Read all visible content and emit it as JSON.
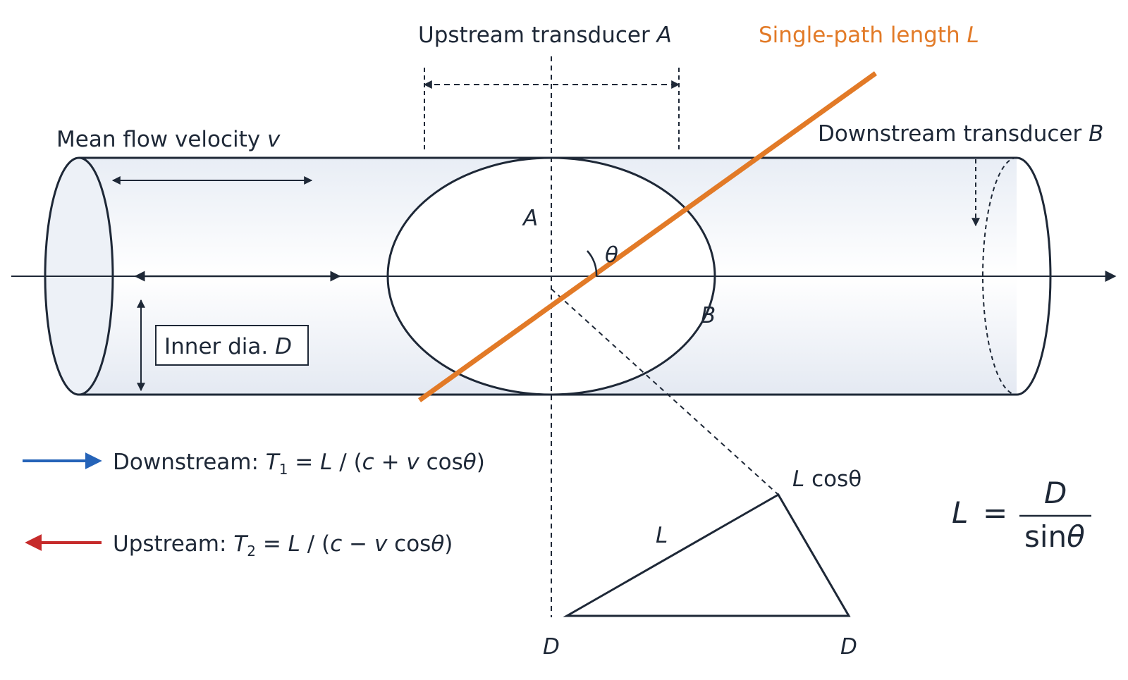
{
  "labels": {
    "upstream_transducer": "Upstream transducer ",
    "upstream_transducer_var": "A",
    "single_path": "Single-path length ",
    "single_path_var": "L",
    "downstream_transducer": "Downstream transducer ",
    "downstream_transducer_var": "B",
    "mean_flow": "Mean flow velocity ",
    "mean_flow_var": "v",
    "inner_dia": "Inner dia. ",
    "inner_dia_var": "D",
    "point_a": "A",
    "point_b": "B",
    "theta": "θ",
    "l_cos_var": "L",
    "l_cos_text": " cosθ",
    "tri_l": "L",
    "tri_d_left": "D",
    "tri_d_right": "D"
  },
  "legend": {
    "downstream": {
      "prefix": "Downstream: ",
      "t": "T",
      "sub": "1",
      "eq": " = ",
      "l": "L",
      "mid1": " / (",
      "c": "c",
      "op": " + ",
      "v": "v",
      "tail": " cos",
      "theta": "θ",
      "close": ")",
      "color": "#2563b8"
    },
    "upstream": {
      "prefix": "Upstream: ",
      "t": "T",
      "sub": "2",
      "eq": " = ",
      "l": "L",
      "mid1": " / (",
      "c": "c",
      "op": " − ",
      "v": "v",
      "tail": " cos",
      "theta": "θ",
      "close": ")",
      "color": "#c62b2b"
    }
  },
  "formula": {
    "lhs": "L",
    "eq": "=",
    "numerator": "D",
    "denominator_fn": "sin",
    "denominator_var": "θ"
  },
  "colors": {
    "ink": "#1e2837",
    "path": "#e27a27",
    "pipe_fill": "#e6ebf3"
  }
}
